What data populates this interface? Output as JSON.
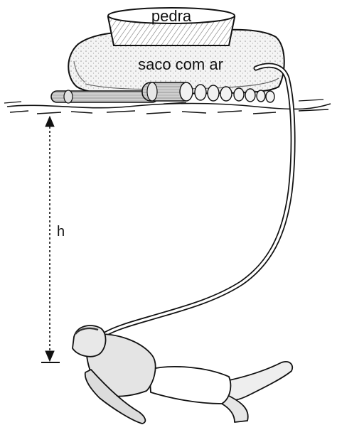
{
  "labels": {
    "stone": "pedra",
    "air_bag": "saco com ar",
    "depth": "h"
  },
  "colors": {
    "ink": "#111111",
    "paper": "#ffffff",
    "shade": "#9a9a9a",
    "light_shade": "#d9d9d9"
  },
  "icons": {
    "stone": "stone-slab-icon",
    "air_bag": "air-bag-icon",
    "raft": "log-raft-icon",
    "water": "water-surface-icon",
    "hose": "air-hose-icon",
    "diver": "diver-figure-icon",
    "depth_arrow": "dimension-arrow-icon"
  }
}
